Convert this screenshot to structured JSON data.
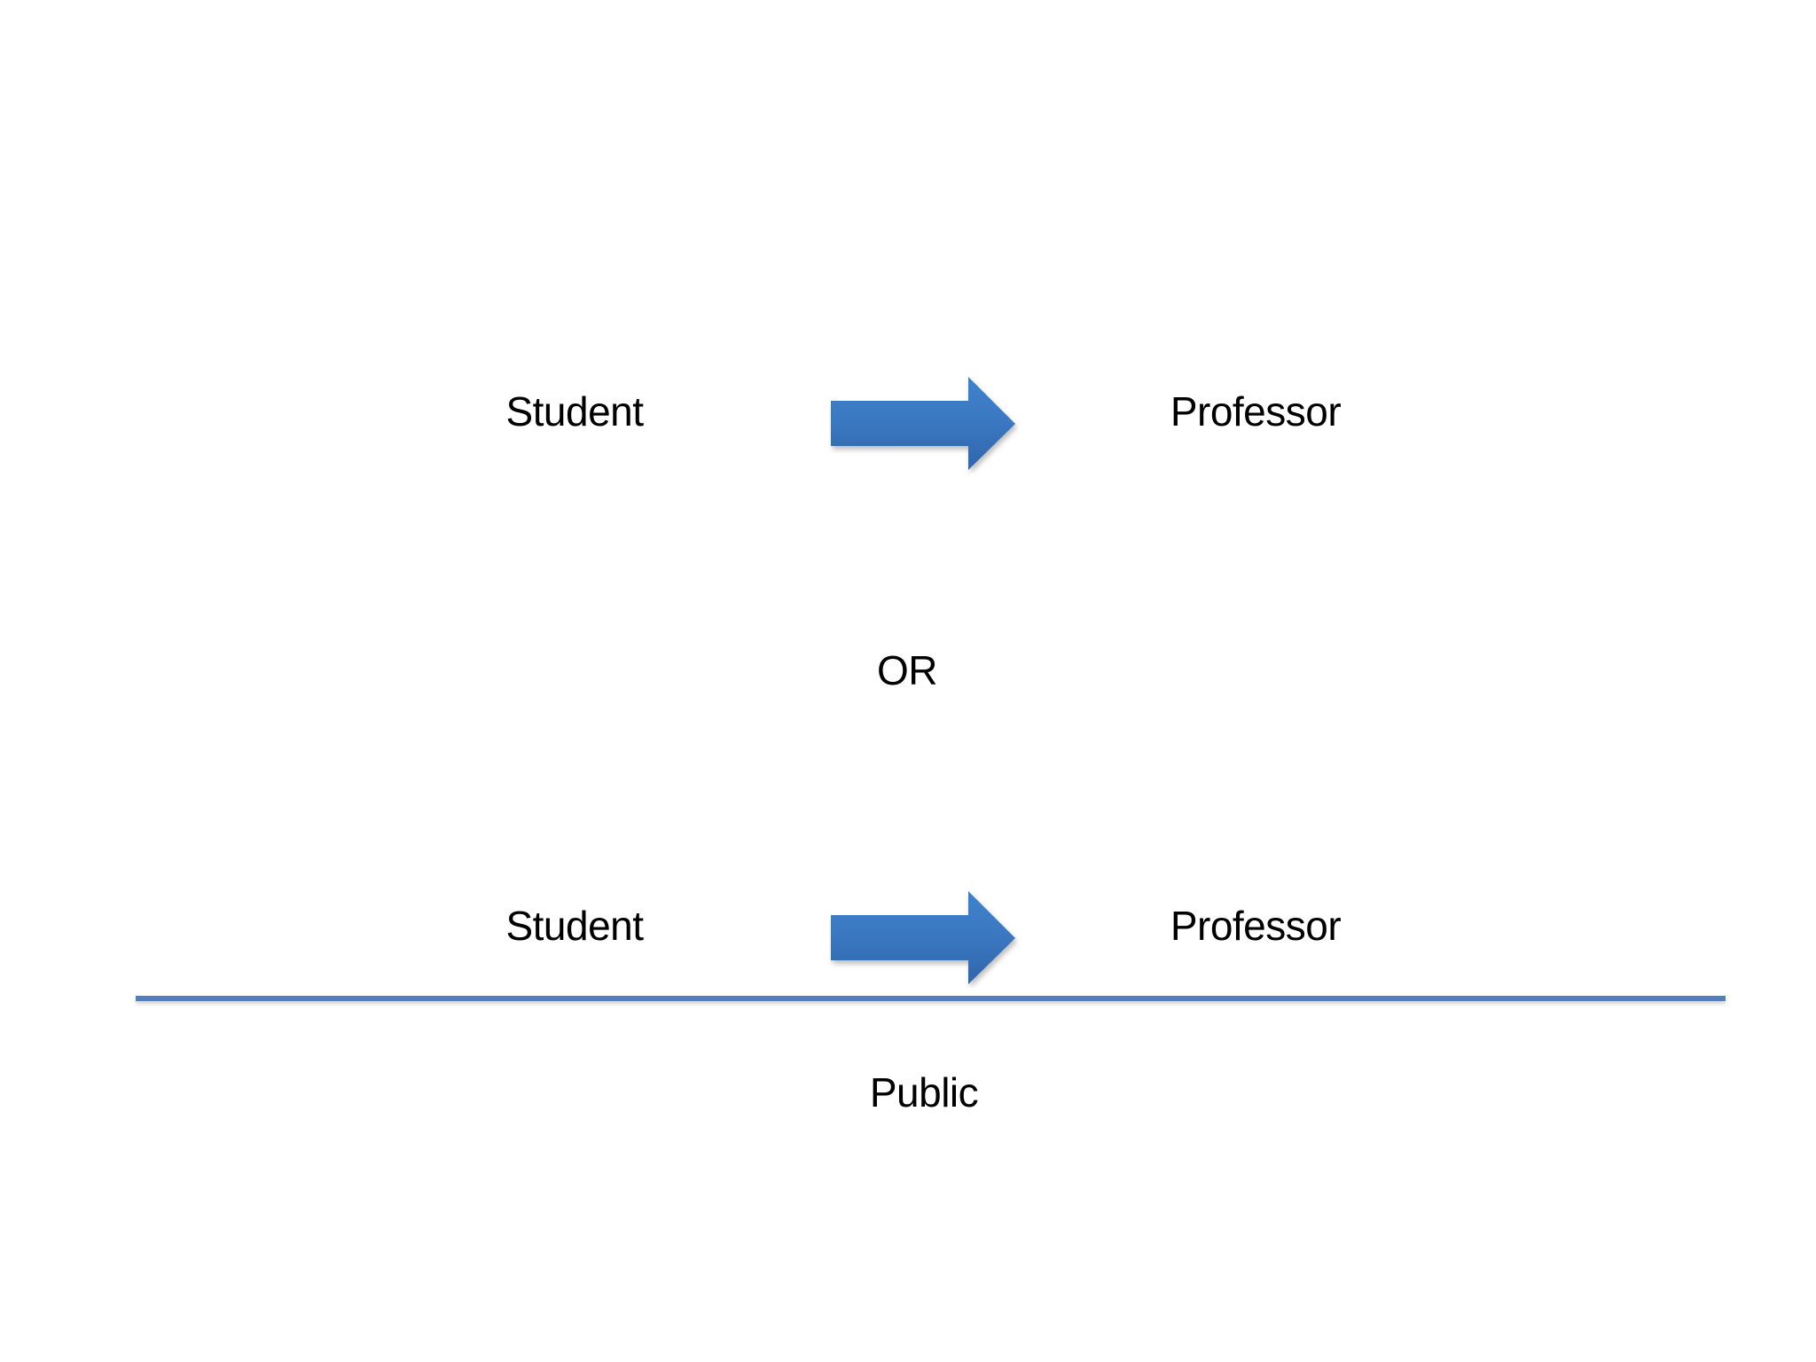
{
  "slide": {
    "background": "#ffffff",
    "accent_color": "#3a77c0",
    "line_color": "#4f7fbf"
  },
  "row1": {
    "left_label": "Student",
    "arrow": "right-arrow",
    "right_label": "Professor"
  },
  "separator_label": "OR",
  "row2": {
    "left_label": "Student",
    "arrow": "right-arrow",
    "right_label": "Professor"
  },
  "below_line_label": "Public"
}
